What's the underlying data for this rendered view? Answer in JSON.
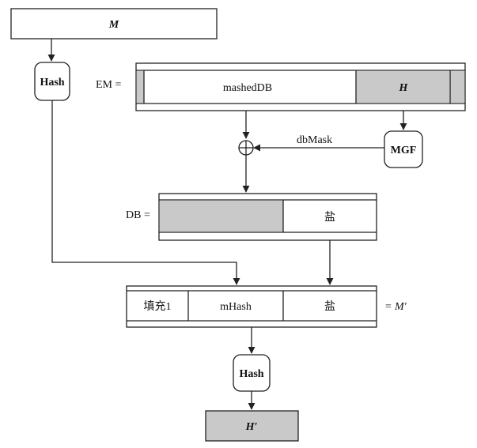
{
  "message": {
    "label": "M"
  },
  "hash_top": {
    "label": "Hash"
  },
  "em": {
    "prefix": "EM =",
    "masked_db": "mashedDB",
    "h": "H"
  },
  "mgf": {
    "label": "MGF"
  },
  "db_mask": {
    "label": "dbMask"
  },
  "db": {
    "prefix": "DB =",
    "salt": "盐"
  },
  "m_prime": {
    "padding": "填充1",
    "mhash": "mHash",
    "salt": "盐",
    "suffix": "= M′"
  },
  "hash_bottom": {
    "label": "Hash"
  },
  "h_prime": {
    "label": "H′"
  },
  "colors": {
    "shade": "#c9c9c9",
    "stroke": "#222222"
  }
}
